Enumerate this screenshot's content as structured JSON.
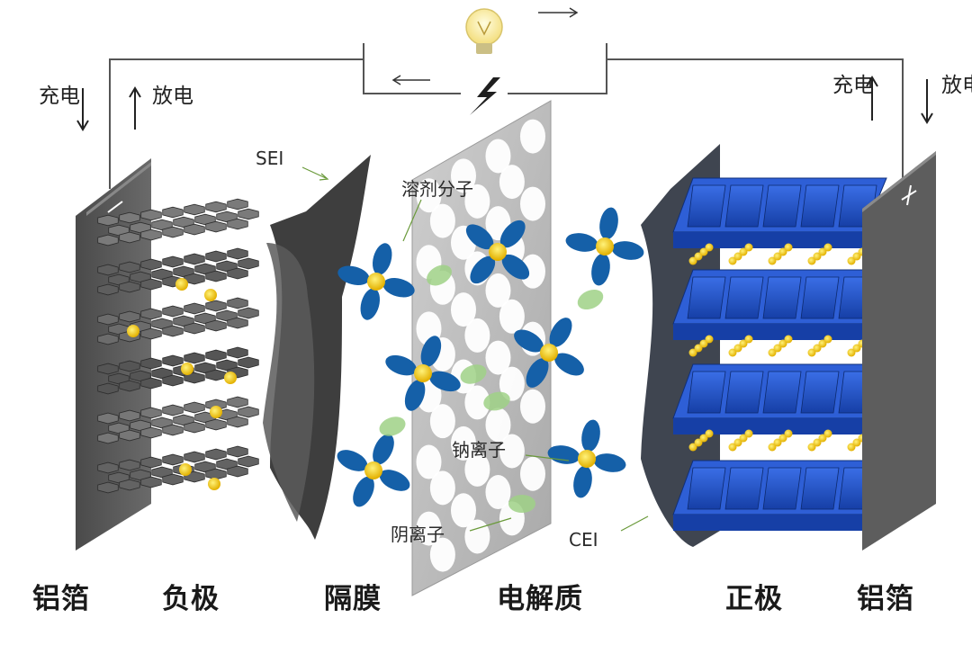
{
  "labels": {
    "left_foil": "铝箔",
    "anode": "负极",
    "separator": "隔膜",
    "electrolyte": "电解质",
    "cathode": "正极",
    "right_foil": "铝箔"
  },
  "callouts": {
    "sei": "SEI",
    "solvent": "溶剂分子",
    "sodium_ion": "钠离子",
    "anion": "阴离子",
    "cei": "CEI"
  },
  "terminals": {
    "negative": "−",
    "positive": "+"
  },
  "flow": {
    "left_charge": "充电",
    "left_discharge": "放电",
    "right_charge": "充电",
    "right_discharge": "放电"
  },
  "colors": {
    "foil": "#5c5c5c",
    "anode_layer": "#6f6f6f",
    "cathode": "#1f4fc7",
    "solvent": "#1560a8",
    "sodium_ion": "#f2c81b",
    "anion": "#9fd186",
    "separator": "#bdbdbd"
  },
  "icons": [
    "light-bulb-icon",
    "lightning-bolt-icon",
    "arrow-right-icon",
    "arrow-left-icon"
  ]
}
